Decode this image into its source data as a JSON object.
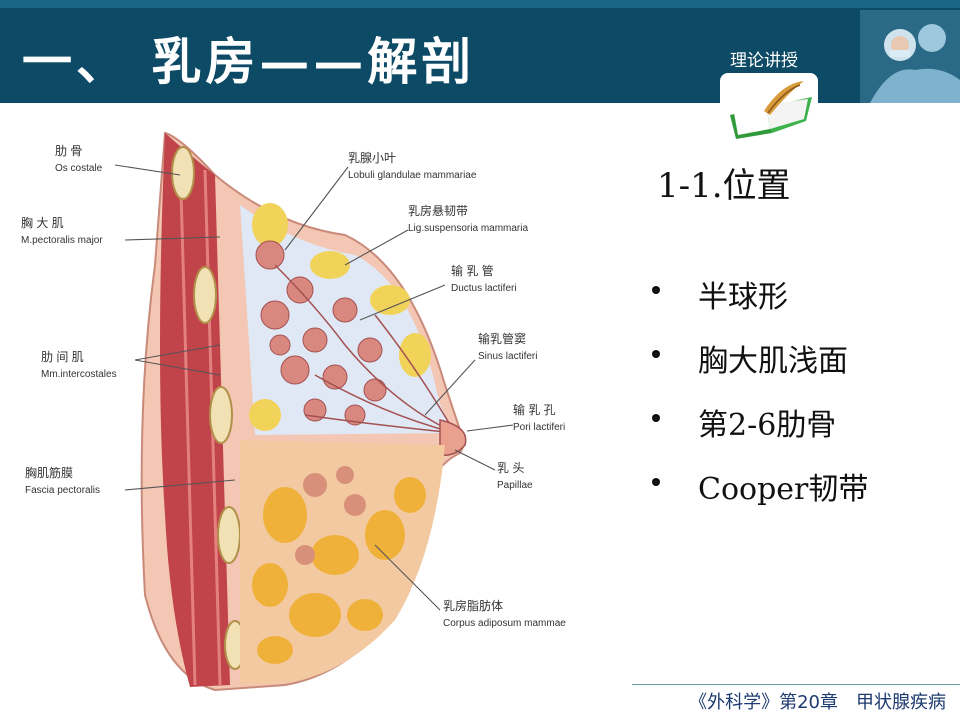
{
  "header": {
    "title": "一、 乳房——解剖",
    "badge": "理论讲授",
    "colors": {
      "header_bg": "#0d4a66",
      "text": "#ffffff"
    }
  },
  "figure": {
    "labels": [
      {
        "cn": "肋 骨",
        "latin": "Os costale"
      },
      {
        "cn": "胸 大 肌",
        "latin": "M.pectoralis major"
      },
      {
        "cn": "肋 间 肌",
        "latin": "Mm.intercostales"
      },
      {
        "cn": "胸肌筋膜",
        "latin": "Fascia pectoralis"
      },
      {
        "cn": "乳腺小叶",
        "latin": "Lobuli glandulae mammariae"
      },
      {
        "cn": "乳房悬韧带",
        "latin": "Lig.suspensoria mammaria"
      },
      {
        "cn": "输 乳 管",
        "latin": "Ductus lactiferi"
      },
      {
        "cn": "输乳管窦",
        "latin": "Sinus lactiferi"
      },
      {
        "cn": "输 乳 孔",
        "latin": "Pori lactiferi"
      },
      {
        "cn": "乳  头",
        "latin": "Papillae"
      },
      {
        "cn": "乳房脂肪体",
        "latin": "Corpus adiposum mammae"
      }
    ]
  },
  "content": {
    "subtitle": "1-1.位置",
    "bullets": [
      "半球形",
      "胸大肌浅面",
      "第2-6肋骨",
      "Cooper韧带"
    ]
  },
  "footer": {
    "text": "《外科学》第20章　甲状腺疾病"
  }
}
